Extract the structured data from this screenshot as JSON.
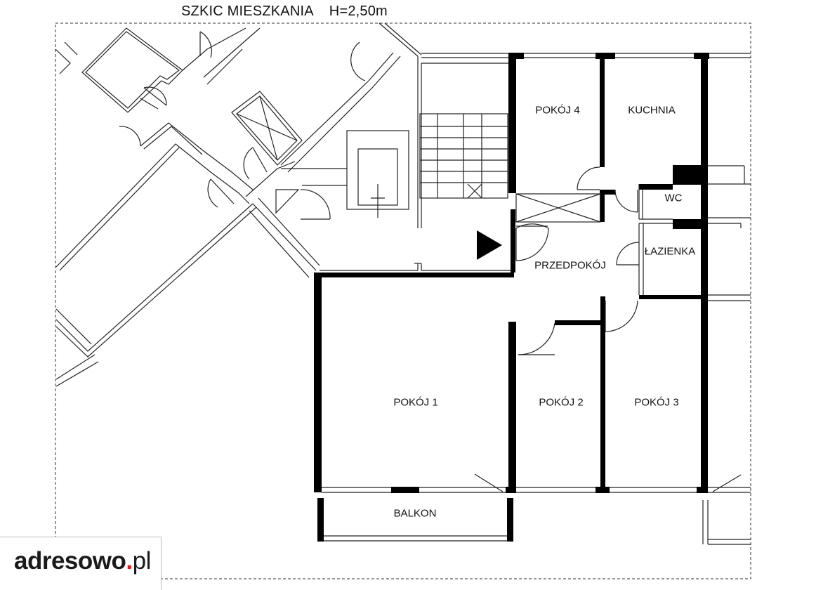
{
  "plan": {
    "title": "SZKIC MIESZKANIA",
    "height_label": "H=2,50m"
  },
  "rooms": {
    "pokoj4": "POKÓJ 4",
    "kuchnia": "KUCHNIA",
    "wc": "WC",
    "lazienka": "ŁAZIENKA",
    "przedpokoj": "PRZEDPOKÓJ",
    "pokoj1": "POKÓJ 1",
    "pokoj2": "POKÓJ 2",
    "pokoj3": "POKÓJ 3",
    "balkon": "BALKON"
  },
  "logo": {
    "name": "adresowo",
    "dot": ".",
    "tld": "pl"
  }
}
